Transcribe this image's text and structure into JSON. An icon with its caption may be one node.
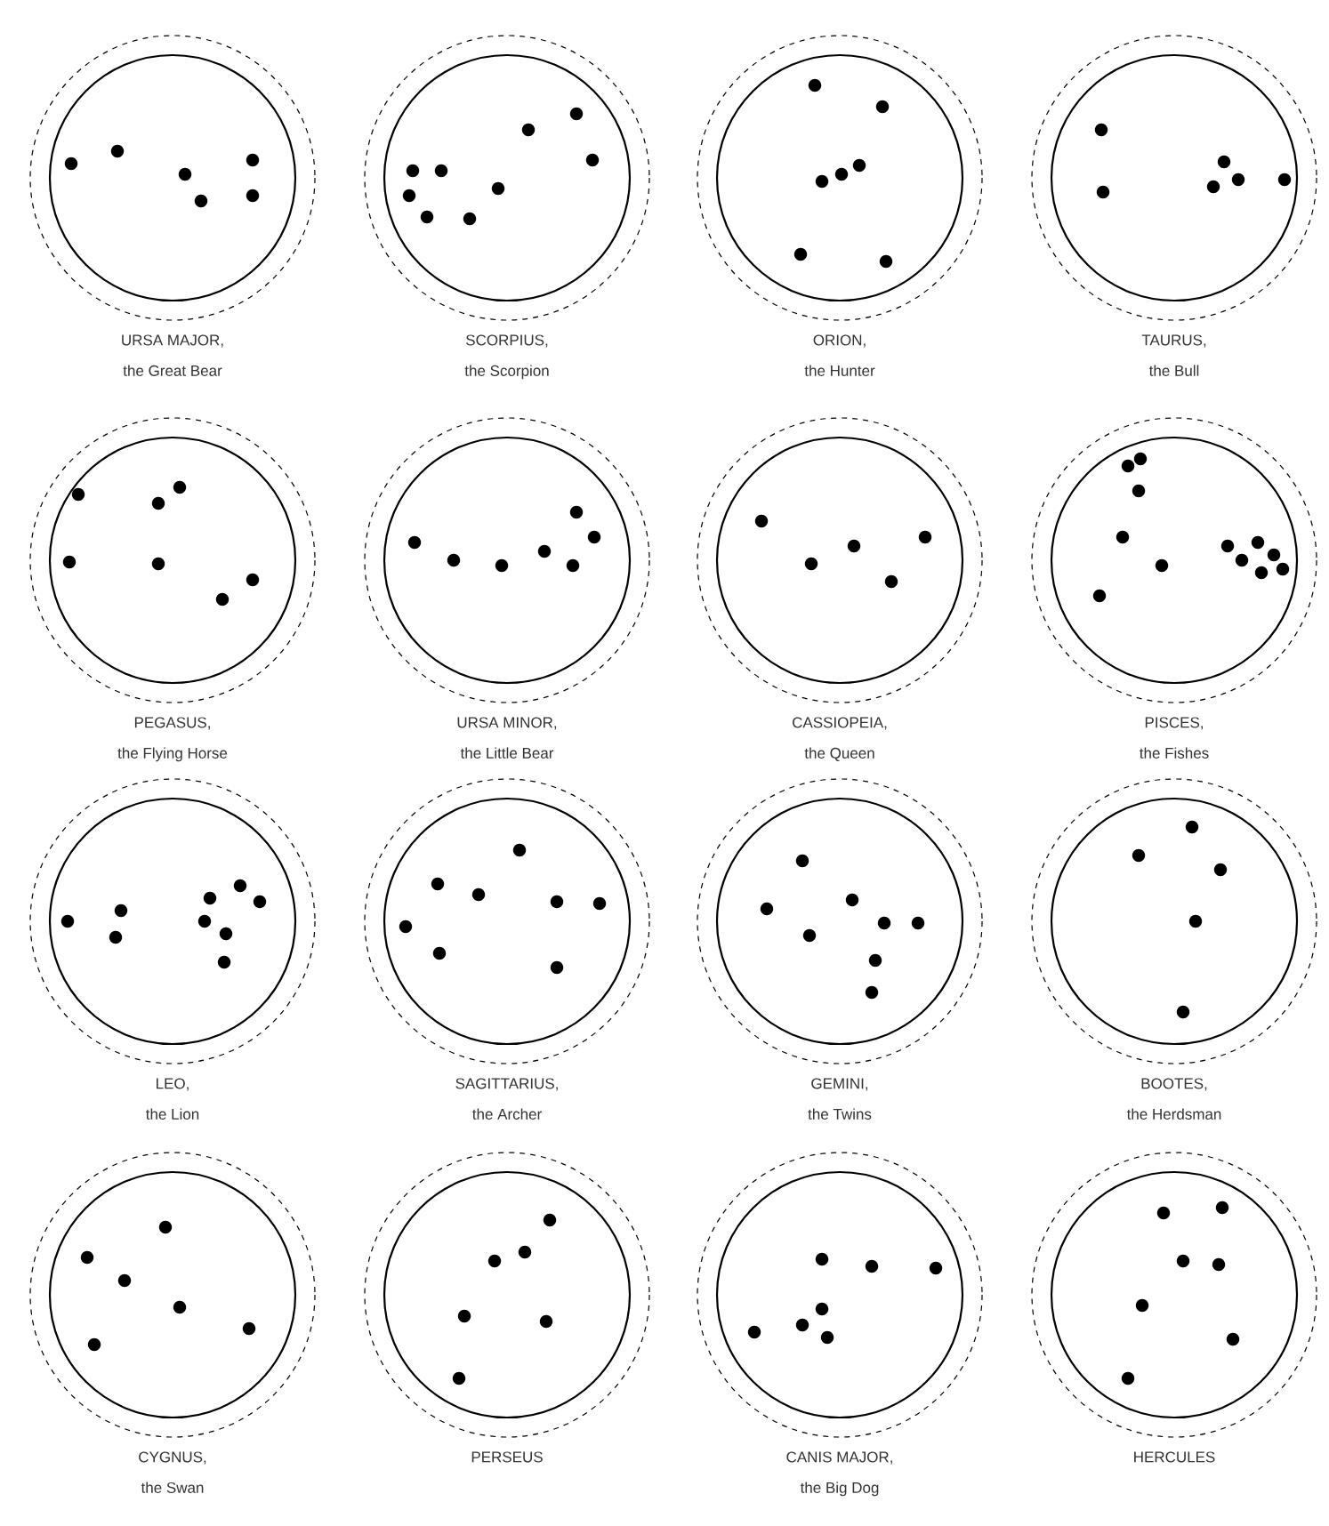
{
  "diagram": {
    "nodes": [
      {
        "text": [
          "URSA MAJOR,",
          "the Great Bear"
        ]
      },
      {
        "text": [
          "SCORPIUS,",
          "the Scorpion"
        ]
      },
      {
        "text": [
          "ORION,",
          "the Hunter"
        ]
      },
      {
        "text": [
          "TAURUS,",
          "the Bull"
        ]
      },
      {
        "text": [
          "PEGASUS,",
          "the Flying Horse"
        ]
      },
      {
        "text": [
          "URSA MINOR,",
          "the Little Bear"
        ]
      },
      {
        "text": [
          "CASSIOPEIA,",
          "the Queen"
        ]
      },
      {
        "text": [
          "PISCES,",
          "the Fishes"
        ]
      },
      {
        "text": [
          "LEO,",
          "the Lion"
        ]
      },
      {
        "text": [
          "SAGITTARIUS,",
          "the Archer"
        ]
      },
      {
        "text": [
          "GEMINI,",
          "the Twins"
        ]
      },
      {
        "text": [
          "BOOTES,",
          "the Herdsman"
        ]
      },
      {
        "text": [
          "CYGNUS,",
          "the Swan"
        ]
      },
      {
        "text": [
          "PERSEUS"
        ]
      },
      {
        "text": [
          "CANIS MAJOR,",
          "the Big Dog"
        ]
      },
      {
        "text": [
          "HERCULES"
        ]
      }
    ]
  }
}
